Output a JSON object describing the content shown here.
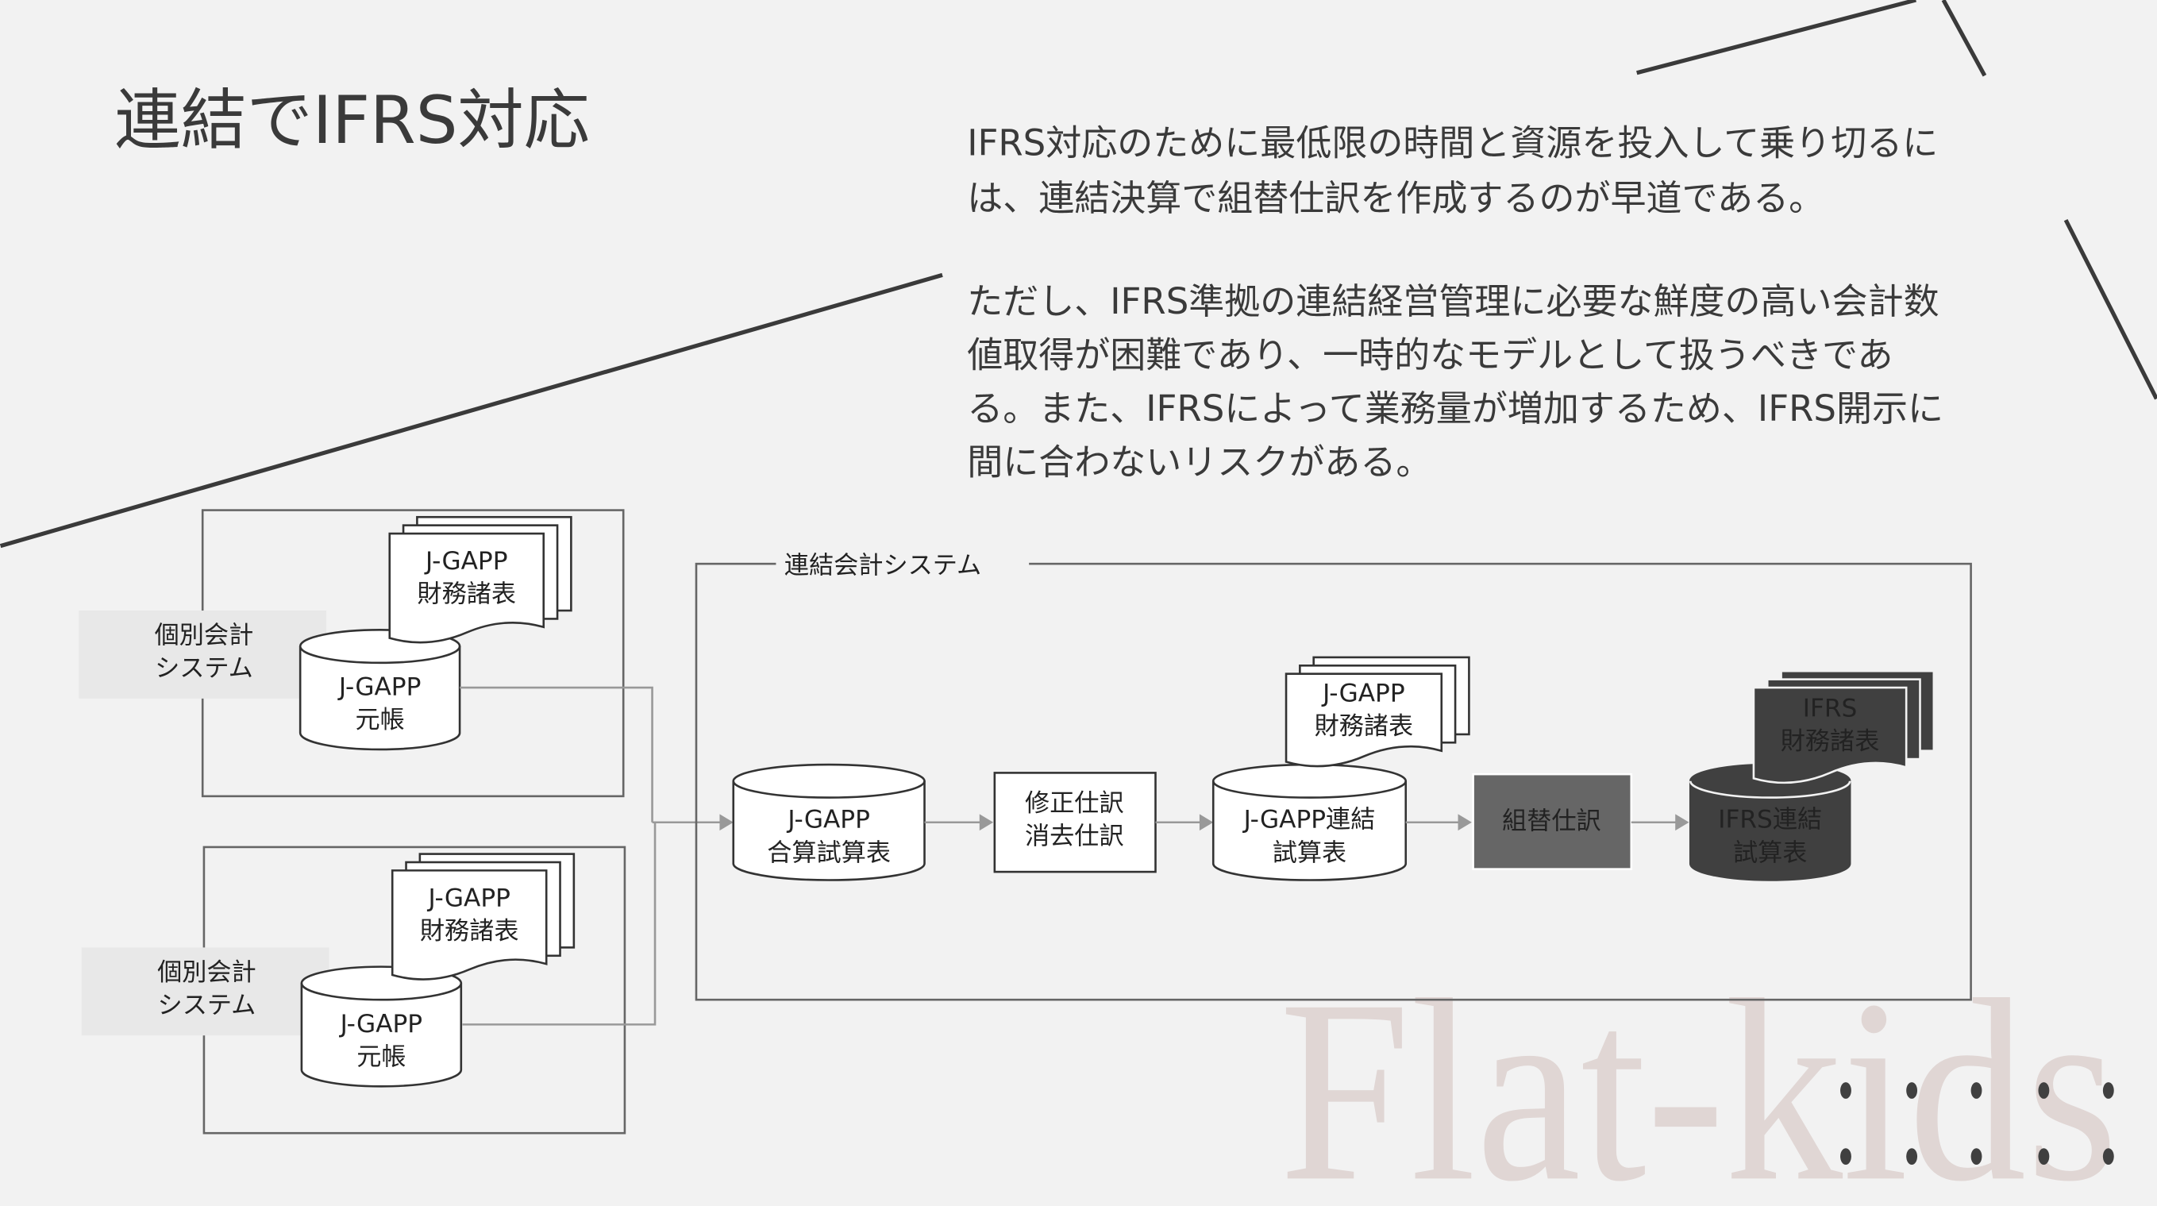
{
  "title": "連結でIFRS対応",
  "paragraph1": [
    "IFRS対応のために最低限の時間と資源を投入して乗り切るに",
    "は、連結決算で組替仕訳を作成するのが早道である。"
  ],
  "paragraph2": [
    "ただし、IFRS準拠の連結経営管理に必要な鮮度の高い会計数",
    "値取得が困難であり、一時的なモデルとして扱うべきであ",
    "る。また、IFRSによって業務量が増加するため、IFRS開示に",
    "間に合わないリスクがある。"
  ],
  "diagram": {
    "individual_systems": [
      {
        "label": [
          "個別会計",
          "システム"
        ],
        "statements": [
          "J-GAPP",
          "財務諸表"
        ],
        "ledger": [
          "J-GAPP",
          "元帳"
        ]
      },
      {
        "label": [
          "個別会計",
          "システム"
        ],
        "statements": [
          "J-GAPP",
          "財務諸表"
        ],
        "ledger": [
          "J-GAPP",
          "元帳"
        ]
      }
    ],
    "consolidation_system": {
      "label": "連結会計システム",
      "combined_tb": [
        "J-GAPP",
        "合算試算表"
      ],
      "adjustments": [
        "修正仕訳",
        "消去仕訳"
      ],
      "jgaap_consolidated_tb": [
        "J-GAPP連結",
        "試算表"
      ],
      "jgaap_statements": [
        "J-GAPP",
        "財務諸表"
      ],
      "reclassification": "組替仕訳",
      "ifrs_consolidated_tb": [
        "IFRS連結",
        "試算表"
      ],
      "ifrs_statements": [
        "IFRS",
        "財務諸表"
      ]
    }
  },
  "watermark": "Flat-kids",
  "colors": {
    "background": "#f2f2f2",
    "dark": "#404040",
    "reclass": "#666666",
    "watermark": "#e0d6d4"
  }
}
